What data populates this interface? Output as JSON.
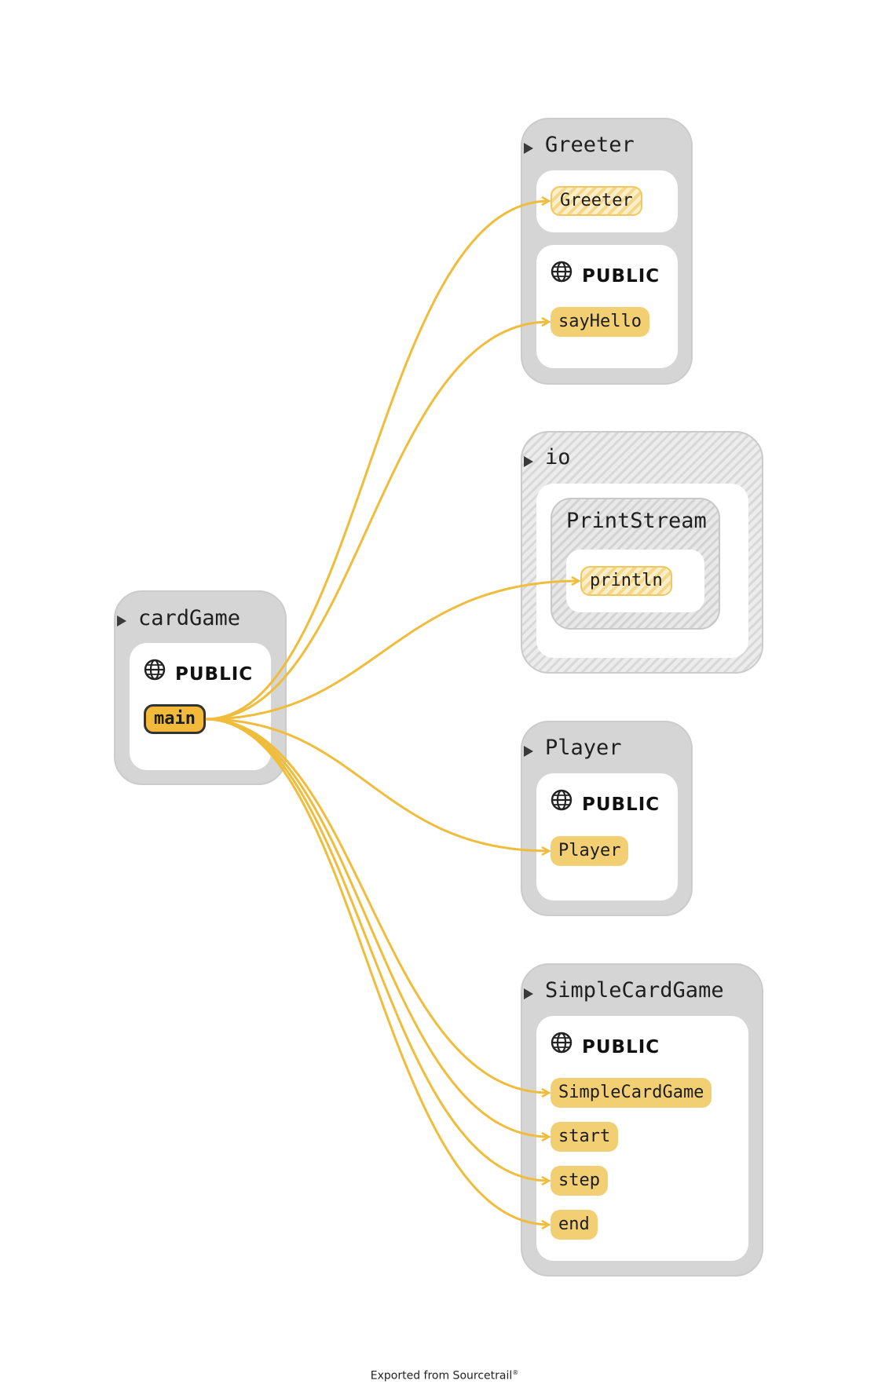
{
  "diagram": {
    "source_node": {
      "title": "cardGame",
      "access": "PUBLIC",
      "method": "main"
    },
    "groups": [
      {
        "title": "Greeter",
        "members": [
          {
            "label": "Greeter",
            "style": "hatched"
          }
        ],
        "public_section": {
          "access": "PUBLIC",
          "members": [
            {
              "label": "sayHello",
              "style": "solid"
            }
          ]
        }
      },
      {
        "title": "io",
        "style": "hatched",
        "inner_class": {
          "title": "PrintStream",
          "members": [
            {
              "label": "println",
              "style": "hatched"
            }
          ]
        }
      },
      {
        "title": "Player",
        "public_section": {
          "access": "PUBLIC",
          "members": [
            {
              "label": "Player",
              "style": "solid"
            }
          ]
        }
      },
      {
        "title": "SimpleCardGame",
        "public_section": {
          "access": "PUBLIC",
          "members": [
            {
              "label": "SimpleCardGame",
              "style": "solid"
            },
            {
              "label": "start",
              "style": "solid"
            },
            {
              "label": "step",
              "style": "solid"
            },
            {
              "label": "end",
              "style": "solid"
            }
          ]
        }
      }
    ],
    "edges": [
      {
        "from": "main",
        "to": "Greeter"
      },
      {
        "from": "main",
        "to": "sayHello"
      },
      {
        "from": "main",
        "to": "println"
      },
      {
        "from": "main",
        "to": "Player"
      },
      {
        "from": "main",
        "to": "SimpleCardGame"
      },
      {
        "from": "main",
        "to": "start"
      },
      {
        "from": "main",
        "to": "step"
      },
      {
        "from": "main",
        "to": "end"
      }
    ],
    "colors": {
      "edge": "#f0bc3c",
      "member_fill": "#f3cf74",
      "active_member_fill": "#f2b93a",
      "group_fill": "#d5d5d5"
    }
  },
  "footer": {
    "text": "Exported from Sourcetrail",
    "mark": "®"
  }
}
